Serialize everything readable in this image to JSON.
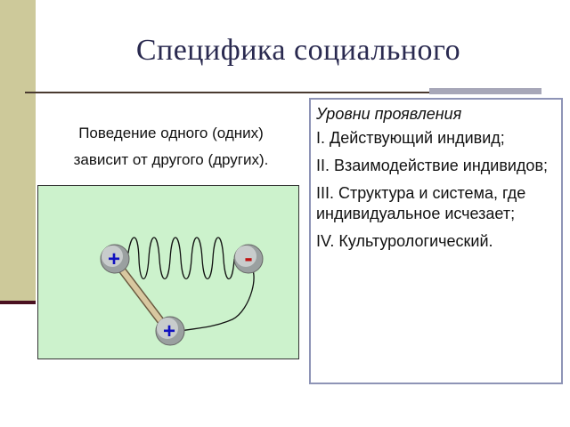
{
  "slide": {
    "title": "Специфика социального",
    "subtitle_line1": "Поведение одного (одних)",
    "subtitle_line2": "зависит от другого (других).",
    "diagram": {
      "node_left": "+",
      "node_right": "-",
      "node_bottom": "+",
      "colors": {
        "plus": "#1010c0",
        "minus": "#c01010",
        "background": "#ccf2cc"
      }
    },
    "levels": {
      "title": "Уровни проявления",
      "items": [
        "I. Действующий индивид;",
        "II. Взаимодействие индивидов;",
        "III. Структура и система, где индивидуальное исчезает;",
        "IV. Культурологический."
      ]
    }
  }
}
